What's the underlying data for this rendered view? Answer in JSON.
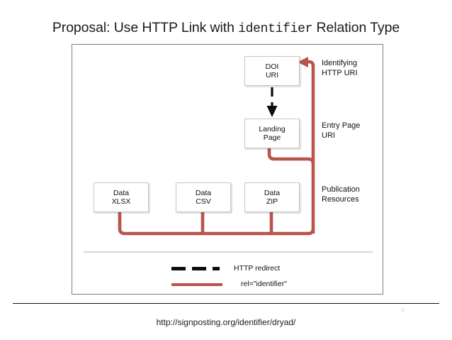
{
  "slide": {
    "title_prefix": "Proposal: Use HTTP Link with ",
    "title_mono": "identifier",
    "title_suffix": " Relation Type",
    "footer_url": "http://signposting.org/identifier/dryad/",
    "page_number": "9"
  },
  "diagram": {
    "nodes": [
      {
        "id": "doi",
        "line1": "DOI",
        "line2": "URI"
      },
      {
        "id": "landing",
        "line1": "Landing",
        "line2": "Page"
      },
      {
        "id": "xlsx",
        "line1": "Data",
        "line2": "XLSX"
      },
      {
        "id": "csv",
        "line1": "Data",
        "line2": "CSV"
      },
      {
        "id": "zip",
        "line1": "Data",
        "line2": "ZIP"
      }
    ],
    "side_labels": [
      {
        "id": "identifying",
        "line1": "Identifying",
        "line2": "HTTP URI"
      },
      {
        "id": "entry",
        "line1": "Entry Page",
        "line2": "URI"
      },
      {
        "id": "publication",
        "line1": "Publication",
        "line2": "Resources"
      }
    ],
    "legend": [
      {
        "id": "http-redirect",
        "label": "HTTP redirect",
        "style": "dashed",
        "color": "#0c0c0c"
      },
      {
        "id": "rel-identifier",
        "label": "rel=\"identifier\"",
        "style": "solid",
        "color": "#b9534e"
      }
    ],
    "colors": {
      "link_red": "#b9534e",
      "redirect_black": "#0c0c0c",
      "box_border": "#c6c6c6",
      "frame_border": "#7c7c7c",
      "divider": "#d6d6d6"
    }
  }
}
